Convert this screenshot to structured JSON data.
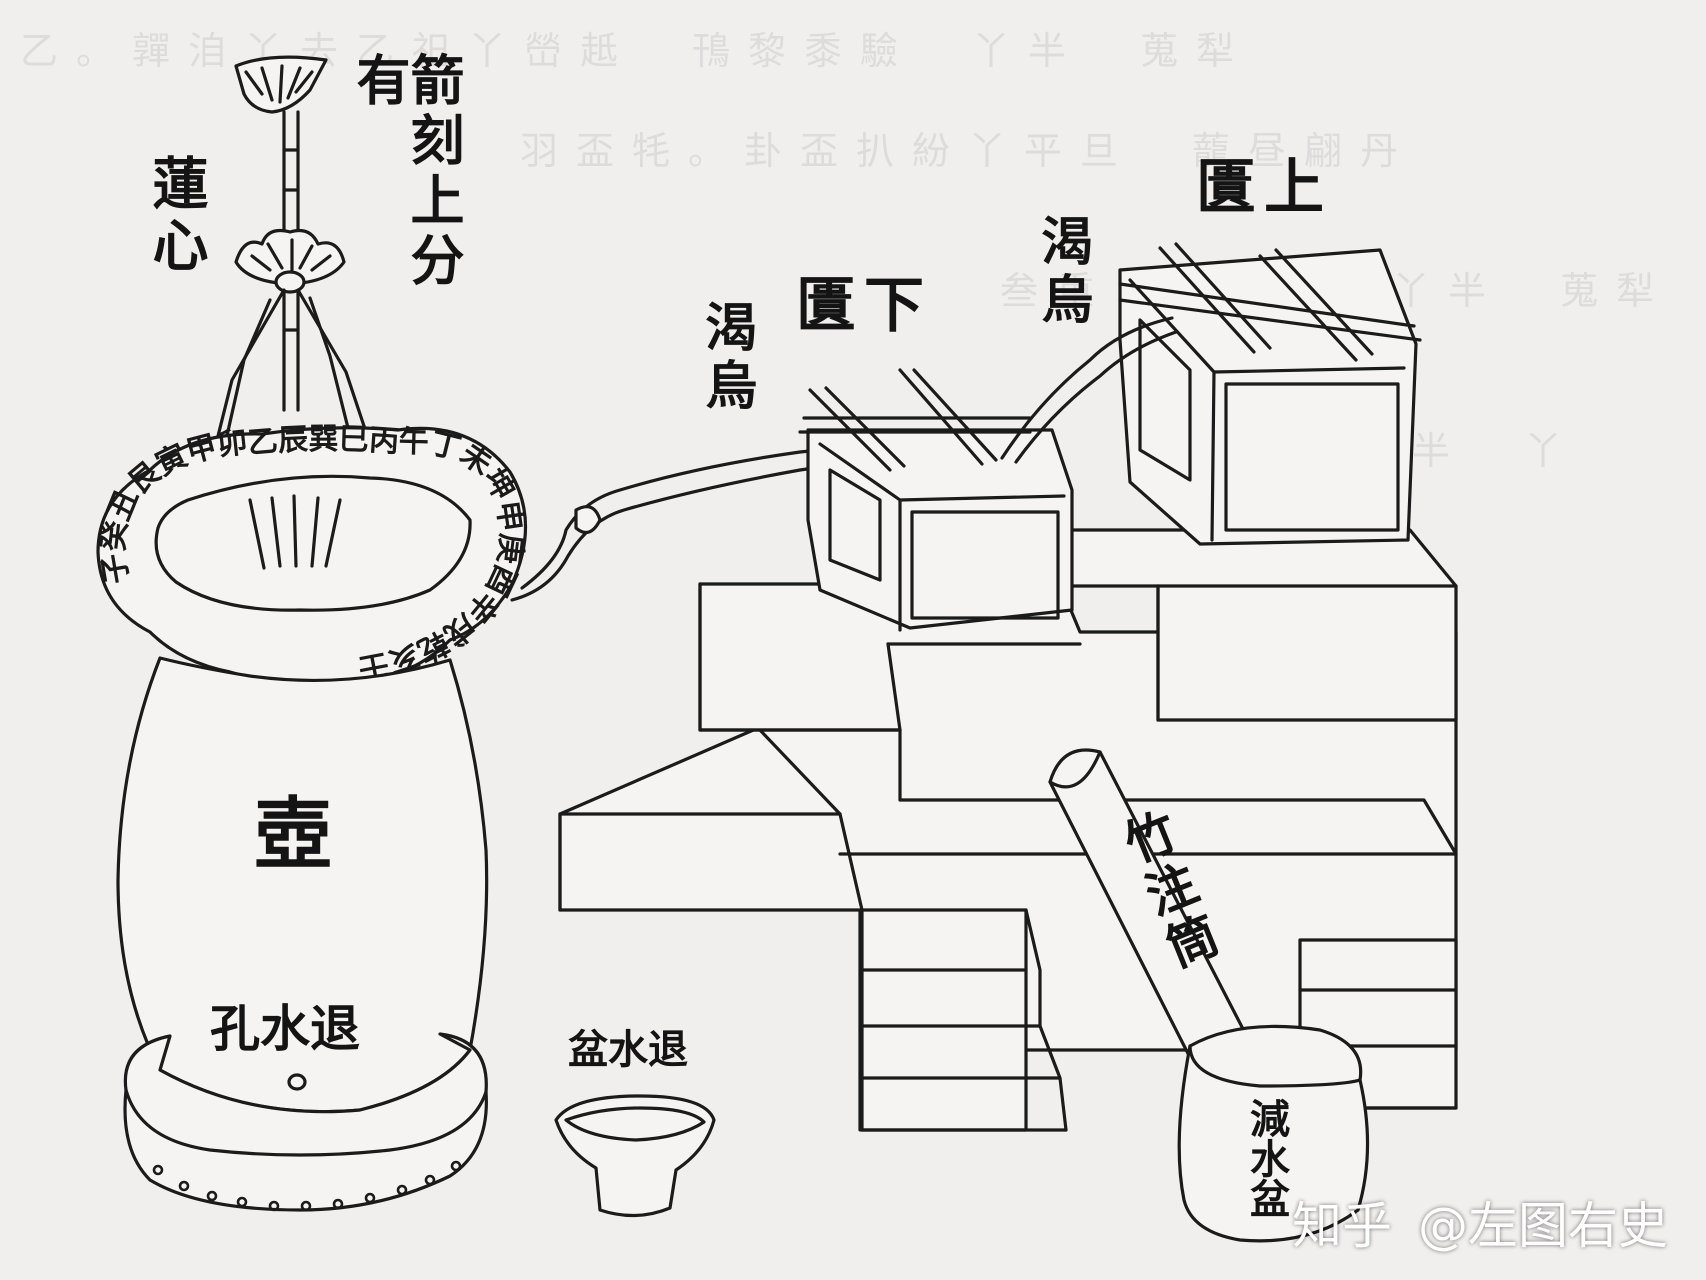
{
  "labels": {
    "lotus": "蓮心",
    "arrow": "箭刻上分有",
    "pot": "壺",
    "outlet_hole": "孔水退",
    "overflow_bowl": "盆水退",
    "lower_tank": "匱下",
    "lower_spout": "渴烏",
    "upper_tank": "匱上",
    "upper_spout": "渴烏",
    "bamboo_tube": "竹注筒",
    "water_basin": "減水盆"
  },
  "ring_inscription": "子癸丑艮寅甲卯乙辰巽巳丙午丁未坤申庚酉辛戌乾亥壬",
  "watermark": {
    "logo": "知乎",
    "handle": "@左图右史"
  },
  "colors": {
    "ink": "#1b1b1b",
    "paper": "#f1eeee"
  }
}
